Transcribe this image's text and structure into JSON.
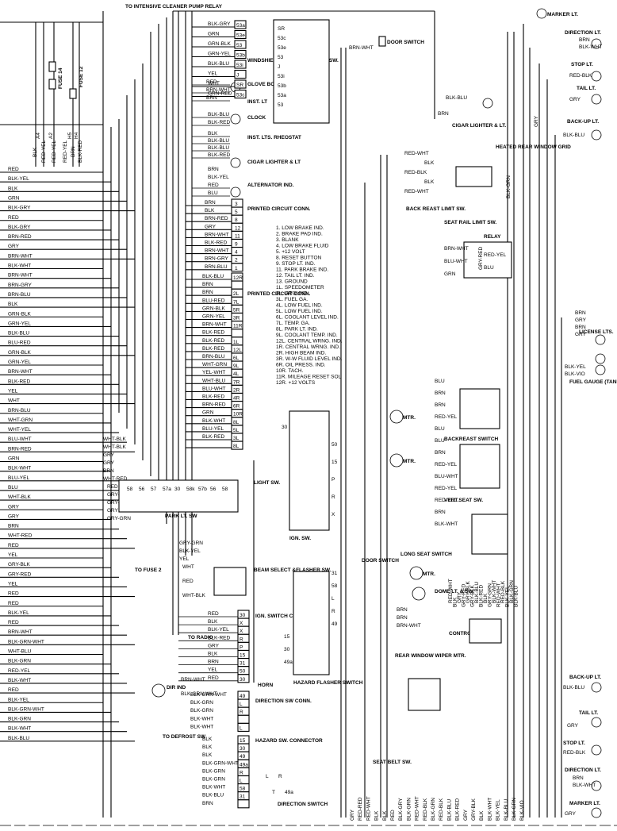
{
  "left_bus_wires": [
    "RED",
    "BLK-YEL",
    "BLK",
    "GRN",
    "BLK-GRY",
    "RED",
    "BLK-GRY",
    "BRN-RED",
    "GRY",
    "BRN-WHT",
    "BLK-WHT",
    "BRN-WHT",
    "BRN-GRY",
    "BRN-BLU",
    "BLK",
    "GRN-BLK",
    "GRN-YEL",
    "BLK-BLU",
    "BLU-RED",
    "GRN-BLK",
    "GRN-YEL",
    "BRN-WHT",
    "BLK-RED",
    "YEL",
    "WHT",
    "BRN-BLU",
    "WHT-GRN",
    "WHT-YEL",
    "BLU-WHT",
    "BRN-RED",
    "GRN",
    "BLK-WHT",
    "BLU-YEL",
    "BLU",
    "WHT-BLK",
    "GRY",
    "GRY",
    "BRN",
    "WHT-RED",
    "RED",
    "YEL",
    "GRY-BLK",
    "GRY-RED",
    "YEL",
    "RED",
    "RED",
    "BLK-YEL",
    "RED",
    "BRN-WHT",
    "BLK-GRN-WHT",
    "WHT-BLU",
    "BLK-GRN",
    "RED-YEL",
    "BLK-WHT",
    "RED",
    "BLK-YEL",
    "BLK-GRN-WHT",
    "BLK-GRN",
    "BLK-WHT",
    "BLK-BLU"
  ],
  "fuses": [
    "FUSE 14",
    "FUSE 12"
  ],
  "fuse_terminal_labels": [
    "A4",
    "A2",
    "H5",
    "H4"
  ],
  "fuse_wire_labels": [
    "BLK",
    "RED-YEL",
    "RED-YEL",
    "RED-YEL",
    "BRN",
    "BLK-RED"
  ],
  "top_labels": {
    "pump_relay": "TO INTENSIVE CLEANER PUMP RELAY",
    "wiper_switch": "WINDSHIELD WIPER & WASHER SW.",
    "glove_box": "GLOVE BOX LT. & SW.",
    "inst_lt": "INST. LT",
    "clock": "CLOCK",
    "inst_rheostat": "INST. LTS. RHEOSTAT",
    "cigar_lighter": "CIGAR LIGHTER & LT",
    "alternator": "ALTERNATOR IND.",
    "pcb1": "PRINTED CIRCUIT CONN.",
    "pcb2": "PRINTED CIRCUIT CONN."
  },
  "wiper_connector_rows": [
    {
      "wire": "BLK-GRY",
      "pin": "53a"
    },
    {
      "wire": "GRN",
      "pin": "53e"
    },
    {
      "wire": "GRN-BLK",
      "pin": "53"
    },
    {
      "wire": "GRN-YEL",
      "pin": "53b"
    },
    {
      "wire": "BLK-BLU",
      "pin": "53i"
    },
    {
      "wire": "YEL",
      "pin": "J"
    },
    {
      "wire": "WHT",
      "pin": "SR"
    },
    {
      "wire": "GRN-RED",
      "pin": "53c"
    }
  ],
  "wiper_pin_labels": [
    "SR",
    "53c",
    "53e",
    "53",
    "J",
    "53i",
    "53b",
    "53a",
    "53"
  ],
  "glove_wires": [
    "RED",
    "BRN-WHT",
    "BRN"
  ],
  "clock_wires": [
    "BLK-BLU",
    "BLK-RED"
  ],
  "rheostat_wires": [
    "BLK",
    "BLK-BLU",
    "BLK-BLU",
    "BLK-RED"
  ],
  "cigar_wires": [
    "BRN",
    "BLK-YEL"
  ],
  "alternator_wires": [
    "RED",
    "BLU"
  ],
  "pcb1_rows": [
    {
      "wire": "BRN",
      "pin": "3"
    },
    {
      "wire": "BLK",
      "pin": "5"
    },
    {
      "wire": "BRN-RED",
      "pin": "8"
    },
    {
      "wire": "GRY",
      "pin": "12"
    },
    {
      "wire": "BRN-WHT",
      "pin": "11"
    },
    {
      "wire": "BLK-RED",
      "pin": "9"
    },
    {
      "wire": "BRN-WHT",
      "pin": "4"
    },
    {
      "wire": "BRN-GRY",
      "pin": "2"
    },
    {
      "wire": "BRN-BLU",
      "pin": "1"
    }
  ],
  "pcb2_rows": [
    {
      "wire": "BLK-BLU",
      "pin": "12R"
    },
    {
      "wire": "BRN",
      "pin": ""
    },
    {
      "wire": "BRN",
      "pin": "2L"
    },
    {
      "wire": "BLU-RED",
      "pin": "7L"
    },
    {
      "wire": "GRN-BLK",
      "pin": "5R"
    },
    {
      "wire": "GRN-YEL",
      "pin": "3R"
    },
    {
      "wire": "BRN-WHT",
      "pin": "11R"
    },
    {
      "wire": "BLK-RED",
      "pin": ""
    },
    {
      "wire": "BLK-RED",
      "pin": "1L"
    },
    {
      "wire": "BLK-RED",
      "pin": "12L"
    },
    {
      "wire": "BRN-BLU",
      "pin": "6L"
    },
    {
      "wire": "WHT-GRN",
      "pin": "9L"
    },
    {
      "wire": "YEL-WHT",
      "pin": "4L"
    },
    {
      "wire": "WHT-BLU",
      "pin": "7R"
    },
    {
      "wire": "BLU-WHT",
      "pin": "2R"
    },
    {
      "wire": "BLK-RED",
      "pin": "4R"
    },
    {
      "wire": "BRN-RED",
      "pin": "6R"
    },
    {
      "wire": "GRN",
      "pin": "10R"
    },
    {
      "wire": "BLK-WHT",
      "pin": "8L"
    },
    {
      "wire": "BLU-YEL",
      "pin": "5L"
    },
    {
      "wire": "BLK-RED",
      "pin": "3L"
    },
    {
      "wire": "",
      "pin": "8L"
    }
  ],
  "pcb_legend": [
    "1. LOW BRAKE IND.",
    "2. BRAKE PAD IND.",
    "3. BLANK",
    "4. LOW BRAKE FLUID",
    "5. +12 VOLT",
    "8. RESET BUTTON",
    "9. STOP LT. IND.",
    "11. PARK BRAKE IND.",
    "12. TAIL LT. IND.",
    "13. GROUND",
    "1L. SPEEDOMETER",
    "2L. GROUND",
    "3L. FUEL GA.",
    "4L. LOW FUEL IND.",
    "5L. LOW FUEL IND.",
    "6L. COOLANT LEVEL IND.",
    "7L. TEMP. GA.",
    "8L. PARK LT. IND.",
    "9L. COOLANT TEMP. IND.",
    "12L. CENTRAL WRNG. IND.",
    "1R. CENTRAL WRNG. IND.",
    "2R. HIGH BEAM IND.",
    "3R. W-W FLUID LEVEL IND.",
    "6R. OIL PRESS. IND.",
    "10R. TACH.",
    "11R. MILEAGE RESET SOL",
    "12R. +12 VOLTS"
  ],
  "light_switch": {
    "label": "LIGHT SW.",
    "wires": [
      "WHT-BLK",
      "WHT-BLK",
      "GRY",
      "GRY",
      "BRN",
      "WHT-RED",
      "RED",
      "GRY-RED",
      "GRY-RED",
      "GRY",
      "GRY-GRN"
    ],
    "park_lt_sw": "PARK LT. SW",
    "park_wires": [
      "GRY-GRN",
      "BLK-YEL",
      "YEL"
    ],
    "terminal_labels": [
      "58",
      "56",
      "57",
      "57a",
      "30",
      "58k",
      "57b",
      "56",
      "58"
    ]
  },
  "ign_switch": {
    "label": "IGN. SW.",
    "pins": [
      "30",
      "50",
      "15",
      "P",
      "R",
      "X"
    ]
  },
  "beam_switch": {
    "label": "BEAM SELECT &FLASHER SW.",
    "to_fuse": "TO FUSE 2",
    "wires": [
      "WHT",
      "RED",
      "WHT-BLK"
    ]
  },
  "ign_connector": {
    "label": "IGN. SWITCH CONNECTOR",
    "to_radio": "TO RADIO",
    "rows": [
      {
        "wire": "RED",
        "pin": "30"
      },
      {
        "wire": "BLK",
        "pin": "X"
      },
      {
        "wire": "BLK-YEL",
        "pin": "X"
      },
      {
        "wire": "BLK-RED",
        "pin": "R"
      },
      {
        "wire": "GRY",
        "pin": "P"
      },
      {
        "wire": "BLK",
        "pin": "15"
      },
      {
        "wire": "BRN",
        "pin": "31"
      },
      {
        "wire": "YEL",
        "pin": "50"
      },
      {
        "wire": "RED",
        "pin": "30"
      }
    ]
  },
  "horn": {
    "label": "HORN",
    "dir_ind": "DIR IND",
    "wires": [
      "BRN-WHT",
      "BLK-GRN-WHT"
    ]
  },
  "dir_connector": {
    "label": "DIRECTION SW CONN.",
    "rows": [
      {
        "wire": "BLK-GRN-WHT",
        "pin": "49"
      },
      {
        "wire": "BLK-GRN",
        "pin": "L"
      },
      {
        "wire": "BLK-GRN",
        "pin": "R"
      },
      {
        "wire": "BLK-WHT",
        "pin": ""
      },
      {
        "wire": "BLK-WHT",
        "pin": "L"
      }
    ]
  },
  "hazard_connector": {
    "label": "HAZARD SW. CONNECTOR",
    "to_defrost": "TO DEFROST SW",
    "rows": [
      {
        "wire": "BLK",
        "pin": "15"
      },
      {
        "wire": "BLK",
        "pin": "30"
      },
      {
        "wire": "BLK",
        "pin": "49"
      },
      {
        "wire": "BLK-GRN-WHT",
        "pin": "49a"
      },
      {
        "wire": "BLK-GRN",
        "pin": "R"
      },
      {
        "wire": "BLK-GRN",
        "pin": "L"
      },
      {
        "wire": "BLK-WHT",
        "pin": "58"
      },
      {
        "wire": "BLK-BLU",
        "pin": "31"
      },
      {
        "wire": "BRN",
        "pin": ""
      }
    ]
  },
  "hazard_switch": {
    "label": "HAZARD FLASHER SWITCH",
    "pins": [
      "31",
      "58",
      "L",
      "R",
      "49",
      "15",
      "30",
      "49a"
    ]
  },
  "direction_switch": {
    "label": "DIRECTION SWITCH",
    "pins": [
      "L",
      "T",
      "R",
      "49a"
    ]
  },
  "center_labels": {
    "door_switch_top": "DOOR SWITCH",
    "door_wire": "BRN-WHT",
    "cigar_lt": "CIGAR LIGHTER & LT.",
    "cigar_wires": [
      "BLK-BLU",
      "BRN"
    ],
    "heated_grid": "HEATED REAR WINDOW GRID",
    "grid_wires": [
      "RED-WHT",
      "BLK",
      "RED-BLK",
      "BLK",
      "RED-WHT"
    ],
    "backrest_limit": "BACK REAST LIMIT SW.",
    "seat_rail": "SEAT RAIL LIMIT SW.",
    "relay": "RELAY",
    "relay_wires": [
      "BRN-WHT",
      "RED-YEL",
      "BLU-WHT",
      "BLU",
      "GRN"
    ],
    "backrest_switch": "BACKREAST SWITCH",
    "vert_seat": "VERT.SEAT SW.",
    "long_seat": "LONG SEAT SWITCH",
    "mtr": "MTR.",
    "seat_wires": [
      "BLU",
      "BRN",
      "BRN",
      "RED-YEL",
      "BLU",
      "BLU",
      "BRN",
      "RED-YEL",
      "BLU-WHT",
      "RED-YEL",
      "RED-YEL",
      "BRN",
      "BLK-WHT"
    ],
    "door_switch": "DOOR SWITCH",
    "dome_lt": "DOME LT. & SW.",
    "dome_wires": [
      "BRN",
      "BRN",
      "BRN-WHT"
    ],
    "rear_wiper": "REAR WINDOW WIPER MTR.",
    "seat_belt": "SEAT BELT SW.",
    "control_unit": "CONTROL LT. UNIT",
    "control_wires": [
      "RED-WHT",
      "BLK",
      "GRY",
      "GRY-RED",
      "GRY-BLK",
      "GRY-BLK",
      "BLK-BLU",
      "BLK-RED",
      "BLK",
      "GRY-GRN",
      "BLK-WHT",
      "RED-WHT",
      "RED-BLK",
      "BLK-YEL",
      "BLK-GRN",
      "BLK-BLU"
    ],
    "bottom_wires": [
      "GRY",
      "RED-RED",
      "RED-WHT",
      "BLK",
      "BLK",
      "RED",
      "BLK-GRY",
      "BLK-GRN",
      "RED-WHT",
      "RED-BLK",
      "BLK-GRN",
      "RED-BLK",
      "BLK-BLU",
      "BLK-RED",
      "GRY",
      "GRY-BLK",
      "BLK",
      "BLK-WHT",
      "BLK-YEL",
      "BLK-BLU",
      "BLK-GRN",
      "BLK-VIO"
    ]
  },
  "right_labels": {
    "marker_top": "MARKER LT.",
    "direction_top": "DIRECTION LT.",
    "dir_top_wires": [
      "BRN",
      "BLK-WHT"
    ],
    "stop_top": "STOP LT.",
    "stop_top_wire": "RED-BLK",
    "tail_top": "TAIL LT.",
    "tail_top_wire": "GRY",
    "backup_top": "BACK-UP LT.",
    "backup_top_wire": "BLK-BLU",
    "license": "LICENSE LTS.",
    "license_wires": [
      "BRN",
      "GRY",
      "BRN",
      "GRY"
    ],
    "fuel_gauge": "FUEL GAUGE (TANK UNIT)",
    "fuel_wires": [
      "BLK-YEL",
      "BLK-VIO"
    ],
    "backup_bot": "BACK-UP LT.",
    "backup_bot_wire": "BLK-BLU",
    "tail_bot": "TAIL LT.",
    "tail_bot_wire": "GRY",
    "stop_bot": "STOP LT.",
    "stop_bot_wire": "RED-BLK",
    "direction_bot": "DIRECTION LT.",
    "dir_bot_wires": [
      "BRN",
      "BLK-WHT"
    ],
    "marker_bot": "MARKER LT.",
    "marker_bot_wire": "GRY",
    "vertical_wires": [
      "GRY",
      "BLK-GRN",
      "GRY-RED"
    ]
  }
}
